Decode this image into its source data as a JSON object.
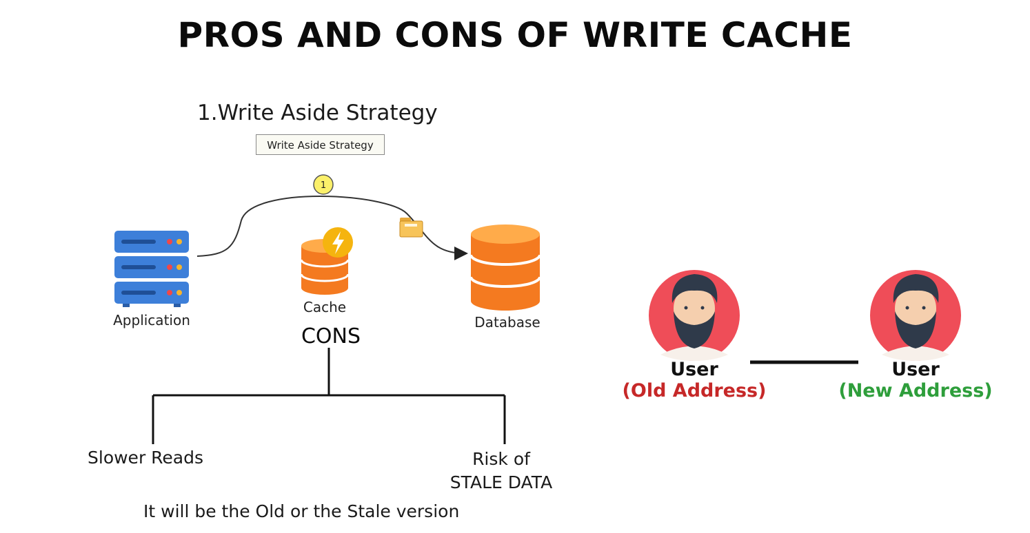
{
  "title": "PROS AND CONS OF WRITE CACHE",
  "section_heading": "1.Write Aside Strategy",
  "diagram": {
    "strategy_box": "Write Aside Strategy",
    "step_badge": "1",
    "nodes": {
      "application": "Application",
      "cache": "Cache",
      "database": "Database"
    },
    "icons": [
      "server-icon",
      "cache-database-icon",
      "lightning-icon",
      "database-icon",
      "folder-icon"
    ]
  },
  "cons": {
    "title": "CONS",
    "items": [
      "Slower Reads",
      "Risk of",
      "STALE DATA"
    ],
    "footnote": "It will be the Old or the Stale version"
  },
  "users": {
    "old": {
      "name": "User",
      "address": "(Old Address)"
    },
    "new": {
      "name": "User",
      "address": "(New Address)"
    }
  },
  "colors": {
    "server_blue": "#3d7fd9",
    "cache_orange": "#f47a20",
    "lightning_yellow": "#f5b40f",
    "avatar_red": "#ef4d58",
    "old_red": "#c62828",
    "new_green": "#2e9e3b"
  }
}
